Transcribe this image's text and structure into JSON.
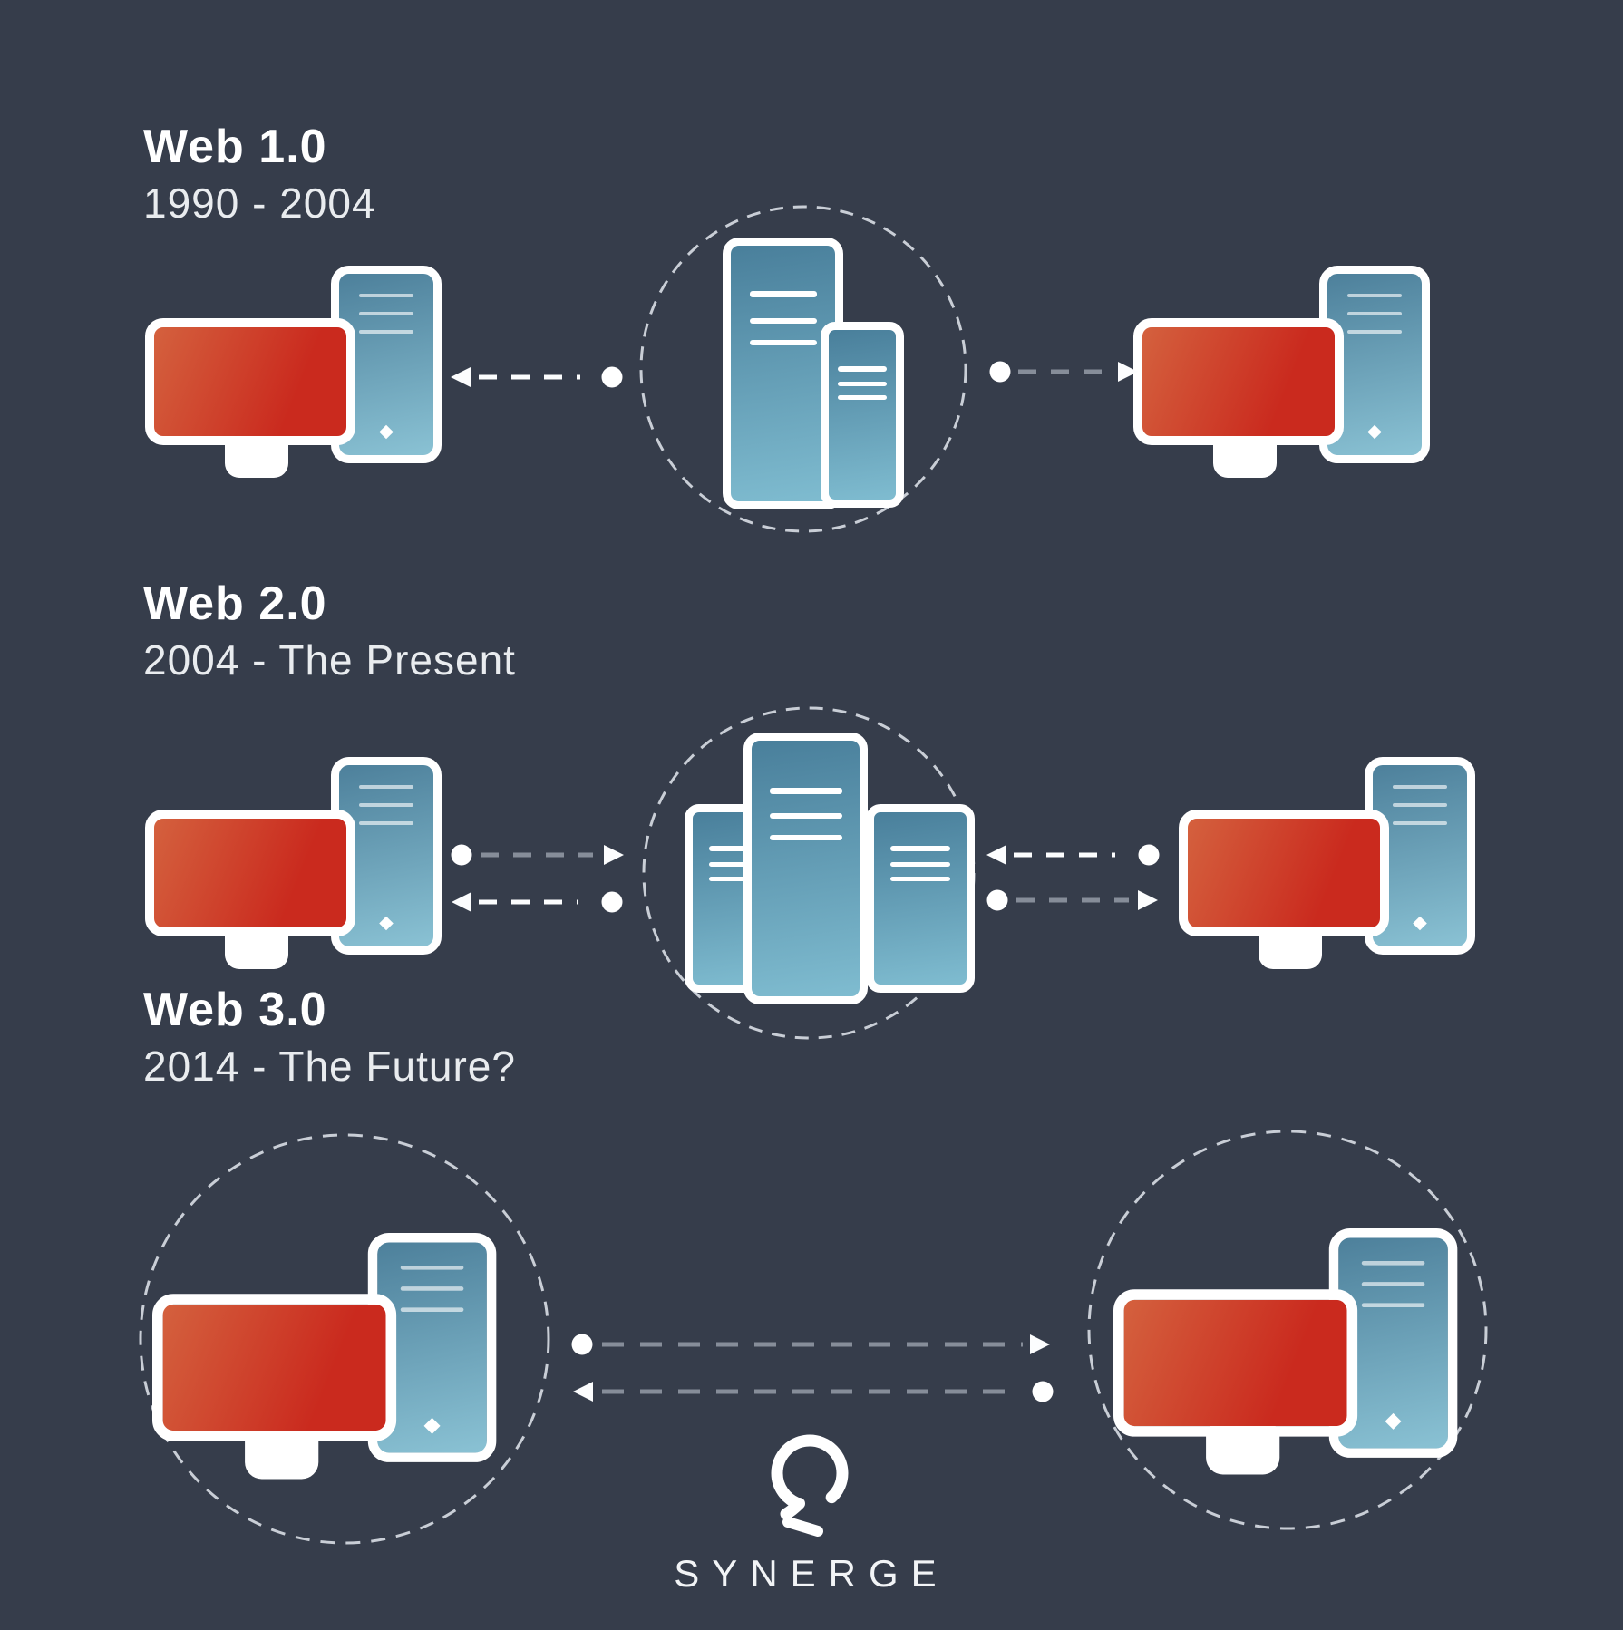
{
  "page": {
    "background": "#363d4b"
  },
  "brand": {
    "name": "SYNERGE",
    "logo_icon": "lightbulb-icon"
  },
  "palette": {
    "background": "#363d4b",
    "monitor_gradient_start": "#d4613e",
    "monitor_gradient_end": "#ca2a1e",
    "tower_gradient_start": "#4d809b",
    "tower_gradient_end": "#8ac2d4",
    "outline_white": "#ffffff",
    "arrow_white": "#fcfdfe",
    "arrow_gray": "#868d99",
    "dashed_circle": "#c9ced6",
    "text_primary": "#ffffff",
    "text_secondary": "#e9ecef"
  },
  "sections": [
    {
      "id": "web-1-0",
      "title": "Web 1.0",
      "period": "1990 - 2004",
      "left_node": "client-computer",
      "center_node": "server-cluster-of-2",
      "right_node": "client-computer",
      "arrows": [
        "center-to-left",
        "center-to-right"
      ]
    },
    {
      "id": "web-2-0",
      "title": "Web 2.0",
      "period": "2004 - The Present",
      "left_node": "client-computer",
      "center_node": "server-cluster-of-3",
      "right_node": "client-computer",
      "arrows": [
        "left-to-center",
        "center-to-left",
        "right-to-center",
        "center-to-right"
      ]
    },
    {
      "id": "web-3-0",
      "title": "Web 3.0",
      "period": "2014 - The Future?",
      "left_node": "peer-computer-in-circle",
      "right_node": "peer-computer-in-circle",
      "arrows": [
        "left-to-right",
        "right-to-left"
      ]
    }
  ]
}
